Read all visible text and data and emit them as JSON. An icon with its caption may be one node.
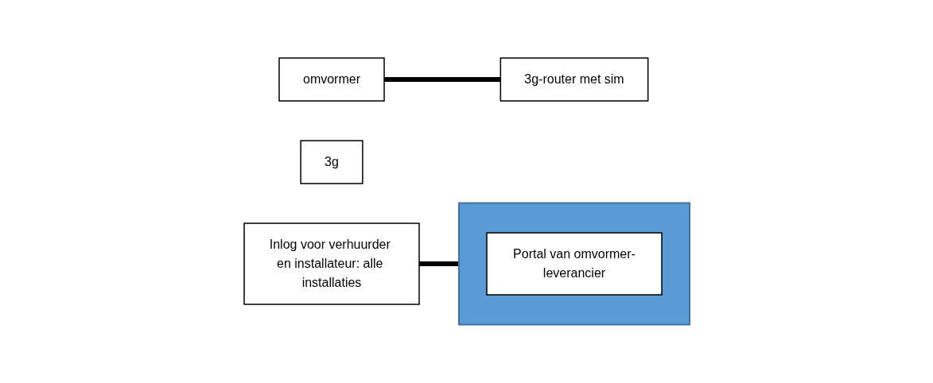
{
  "diagram": {
    "nodes": [
      {
        "text": [
          "omvormer"
        ]
      },
      {
        "text": [
          "3g-router met sim"
        ]
      },
      {
        "text": [
          "3g"
        ]
      },
      {
        "text": [],
        "shape": "cloud"
      },
      {
        "text": [
          "Portal van omvormer-leverancier"
        ],
        "in": 3
      },
      {
        "text": [
          "Inlog voor verhuurder en installateur: alle installaties"
        ]
      }
    ],
    "edges": [
      {
        "from": 0,
        "to": 1,
        "arrow": "none"
      },
      {
        "from": 5,
        "to": 3,
        "arrow": "none"
      }
    ]
  }
}
